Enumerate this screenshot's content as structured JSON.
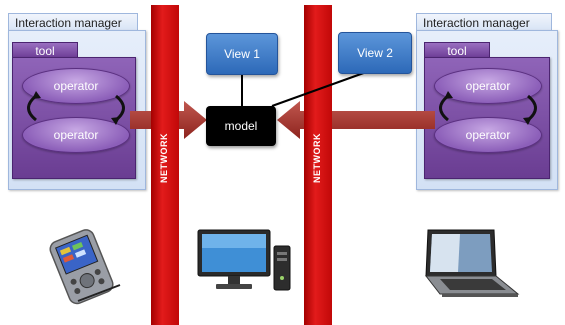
{
  "left_manager": {
    "title": "Interaction manager",
    "tool_label": "tool",
    "operators": [
      "operator",
      "operator"
    ]
  },
  "right_manager": {
    "title": "Interaction manager",
    "tool_label": "tool",
    "operators": [
      "operator",
      "operator"
    ]
  },
  "network_labels": [
    "NETWORK",
    "NETWORK"
  ],
  "views": [
    "View 1",
    "View 2"
  ],
  "model_label": "model",
  "devices": [
    "pda-icon",
    "desktop-computer-icon",
    "laptop-icon"
  ],
  "colors": {
    "network_red": "#d10f0f",
    "arrow_red": "#a8312a",
    "tool_purple": "#7a4ca6",
    "view_blue": "#3a77c4",
    "model_black": "#000000",
    "manager_blue": "#dce6f5"
  }
}
